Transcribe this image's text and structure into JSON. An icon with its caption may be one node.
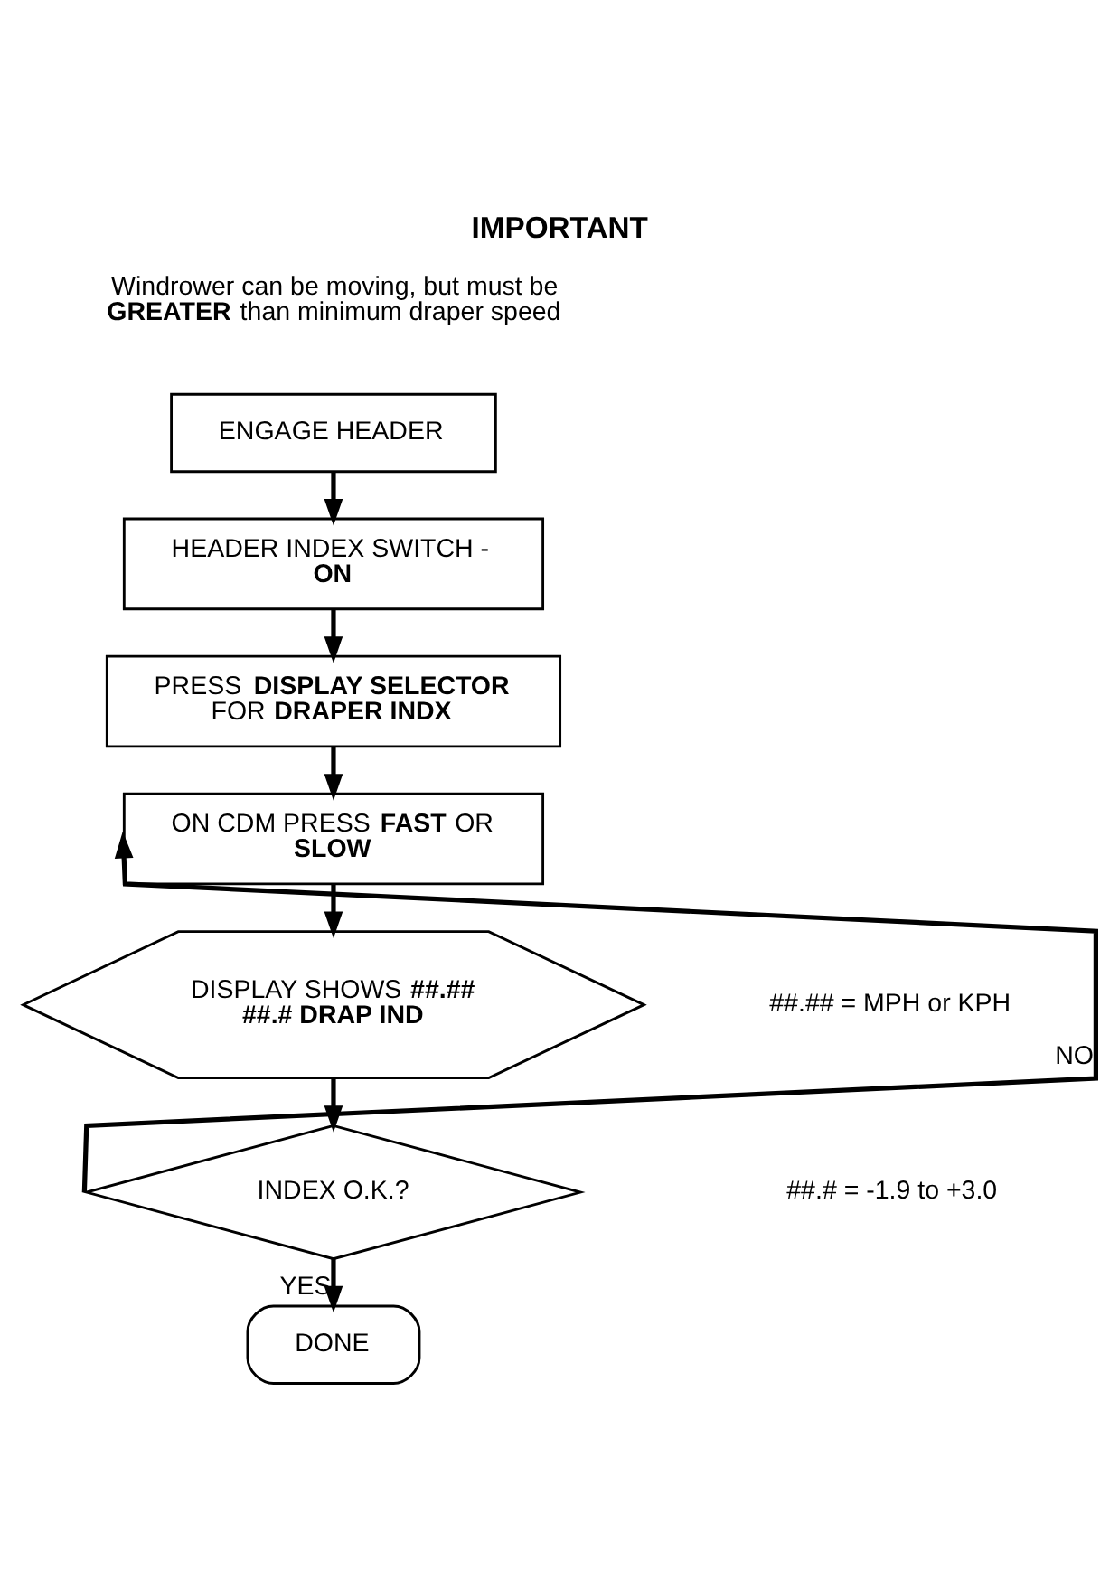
{
  "diagram": {
    "title": "IMPORTANT",
    "nodes": [
      {
        "text": [
          "ENGAGE HEADER"
        ]
      },
      {
        "text": [
          "HEADER INDEX SWITCH - **ON**"
        ]
      },
      {
        "text": [
          "PRESS **DISPLAY SELECTOR** FOR **DRAPER INDX**"
        ]
      },
      {
        "text": [
          "ON CDM PRESS **FAST** OR **SLOW**"
        ]
      },
      {
        "text": [
          "DISPLAY SHOWS **##.## ##.# DRAP IND**"
        ]
      },
      {
        "text": [
          "INDEX O.K.?"
        ]
      },
      {
        "text": [
          "DONE"
        ]
      }
    ],
    "edges": [
      {
        "from": 0,
        "to": 1,
        "arrow": "to"
      },
      {
        "from": 1,
        "to": 2,
        "arrow": "to"
      },
      {
        "from": 2,
        "to": 3,
        "arrow": "to"
      },
      {
        "from": 3,
        "to": 4,
        "arrow": "to"
      },
      {
        "from": 4,
        "to": 5,
        "arrow": "to"
      },
      {
        "from": 5,
        "to": 3,
        "arrow": "to",
        "label": "NO"
      },
      {
        "from": 5,
        "to": 6,
        "arrow": "to",
        "label": "YES"
      }
    ],
    "labels": [
      "Windrower can be moving, but must be **GREATER** than minimum draper speed",
      "##.## = MPH or KPH",
      "##.# = -1.9 to +3.0"
    ]
  }
}
